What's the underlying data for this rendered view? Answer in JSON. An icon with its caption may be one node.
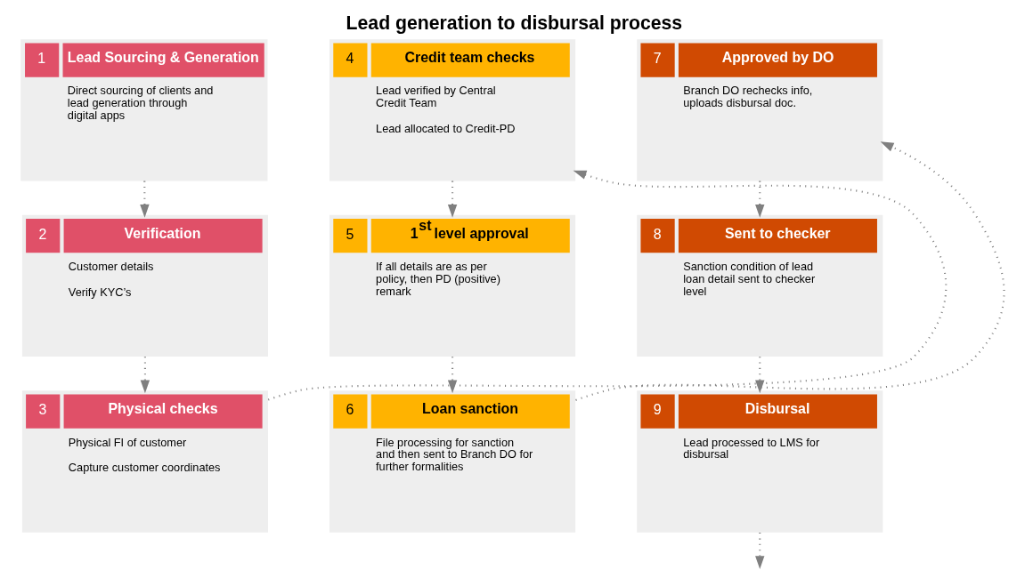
{
  "diagram": {
    "title": "Lead generation to disbursal process",
    "nodes": [
      {
        "text": [
          "1",
          "Lead Sourcing & Generation",
          "Direct sourcing of clients and lead generation through digital apps"
        ]
      },
      {
        "text": [
          "2",
          "Verification",
          "Customer details",
          "Verify KYC’s"
        ]
      },
      {
        "text": [
          "3",
          "Physical checks",
          "Physical FI of customer",
          "Capture customer coordinates"
        ]
      },
      {
        "text": [
          "4",
          "Credit team checks",
          "Lead verified by Central Credit Team",
          "Lead allocated to Credit-PD"
        ]
      },
      {
        "text": [
          "5",
          "1$^{st}$ level approval",
          "If all details are as per policy, then PD (positive) remark"
        ]
      },
      {
        "text": [
          "6",
          "Loan sanction",
          "File processing for sanction and then sent to Branch DO for further formalities"
        ]
      },
      {
        "text": [
          "7",
          "Approved by DO",
          "Branch DO rechecks info, uploads disbursal doc."
        ]
      },
      {
        "text": [
          "8",
          "Sent to checker",
          "Sanction condition of lead loan detail sent to checker level"
        ]
      },
      {
        "text": [
          "9",
          "Disbursal",
          "Lead processed to LMS for disbursal"
        ]
      }
    ],
    "edges": [
      {
        "from": 0,
        "to": 1,
        "arrow": "to",
        "style": "dashed"
      },
      {
        "from": 1,
        "to": 2,
        "arrow": "to",
        "style": "dashed"
      },
      {
        "from": 2,
        "to": 3,
        "arrow": "to",
        "style": "dashed"
      },
      {
        "from": 3,
        "to": 4,
        "arrow": "to",
        "style": "dashed"
      },
      {
        "from": 4,
        "to": 5,
        "arrow": "to",
        "style": "dashed"
      },
      {
        "from": 5,
        "to": 6,
        "arrow": "to",
        "style": "dashed"
      },
      {
        "from": 6,
        "to": 7,
        "arrow": "to",
        "style": "dashed"
      },
      {
        "from": 7,
        "to": 8,
        "arrow": "to",
        "style": "dashed"
      },
      {
        "from": 8,
        "to": null,
        "arrow": "to",
        "style": "dashed"
      }
    ]
  }
}
